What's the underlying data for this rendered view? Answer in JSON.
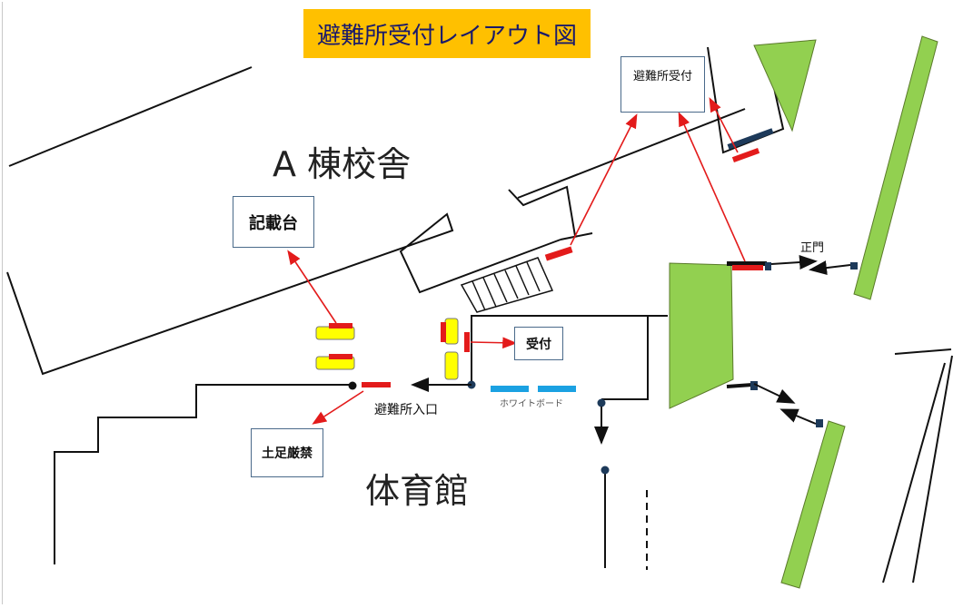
{
  "title": "避難所受付レイアウト図",
  "labels": {
    "a_building": "A 棟校舎",
    "gym": "体育館",
    "writing_desk": "記載台",
    "reception": "受付",
    "no_shoes": "土足厳禁",
    "shelter_entrance": "避難所入口",
    "whiteboard": "ホワイトボード",
    "main_gate": "正門",
    "shelter_reception_sign": "避難所受付"
  },
  "colors": {
    "title_bg": "#ffc000",
    "green_area": "#92d050",
    "marker_red": "#e31b1b",
    "desk_yellow": "#ffff00",
    "whiteboard_blue": "#1ba1e2",
    "arrow_red": "#e31b1b",
    "arrow_blue": "#2e55c5"
  }
}
